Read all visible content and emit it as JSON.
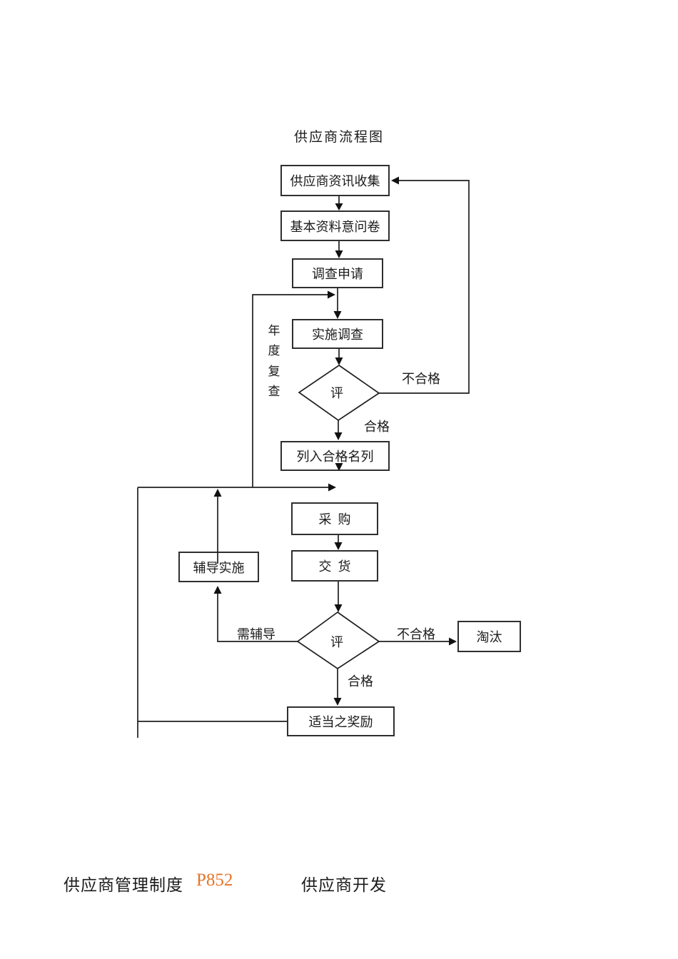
{
  "title": "供应商流程图",
  "flowchart": {
    "boxes": {
      "collect": "供应商资讯收集",
      "questionnaire": "基本资料意问卷",
      "apply": "调查申请",
      "investigate": "实施调查",
      "qualified_list": "列入合格名列",
      "purchase": "采  购",
      "delivery": "交  货",
      "guidance": "辅导实施",
      "eliminate": "淘汰",
      "reward": "适当之奖励"
    },
    "diamonds": {
      "review1": "评",
      "review2": "评"
    },
    "labels": {
      "annual_review": "年度复查",
      "fail1": "不合格",
      "pass1": "合格",
      "need_guidance": "需辅导",
      "fail2": "不合格",
      "pass2": "合格"
    }
  },
  "footer": {
    "left": "供应商管理制度",
    "page": "P852",
    "right": "供应商开发"
  },
  "colors": {
    "line": "#1f1f1f",
    "border": "#2f2f2f",
    "page_number": "#E6752A",
    "background": "#ffffff",
    "text": "#1b1b1b"
  }
}
